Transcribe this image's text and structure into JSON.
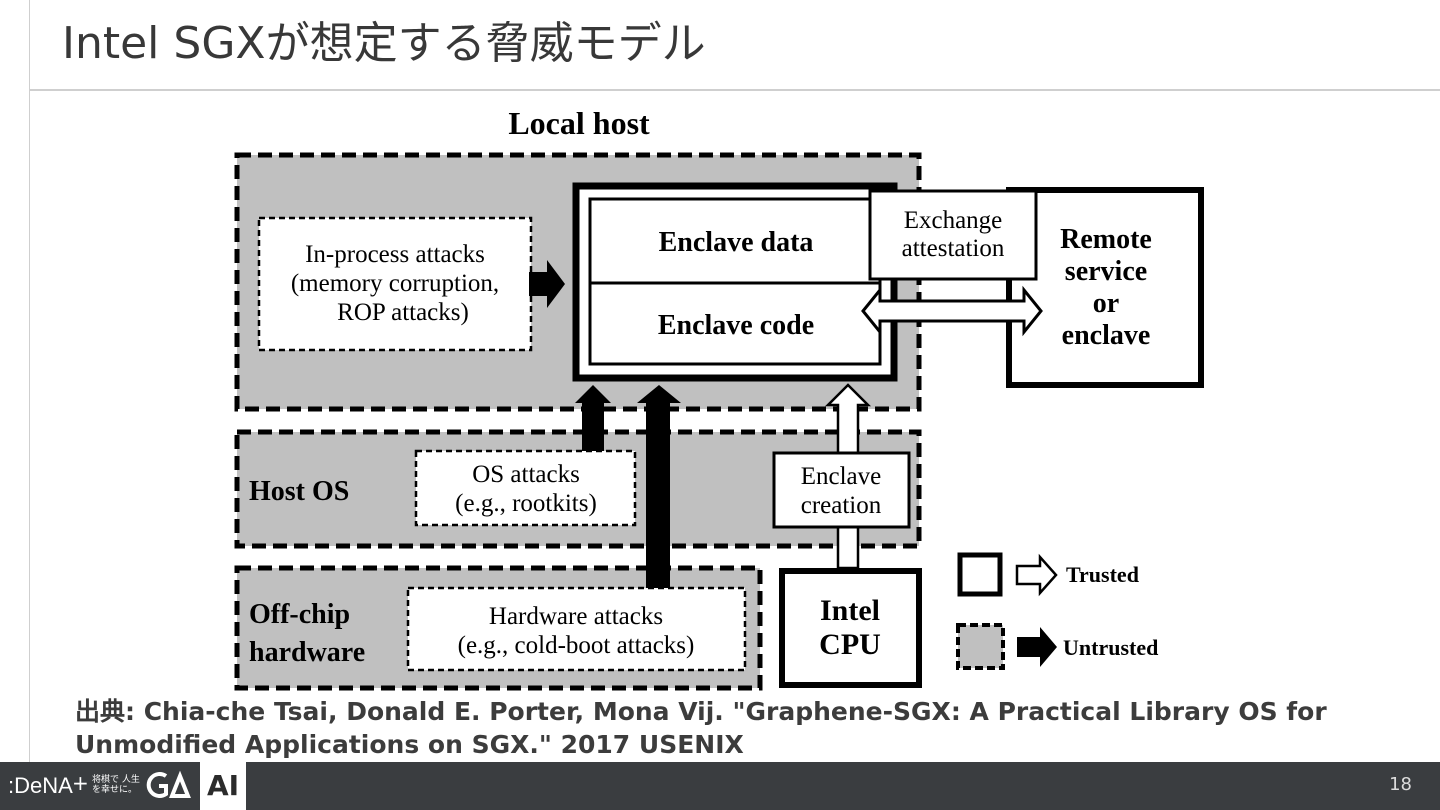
{
  "slide": {
    "title": "Intel SGXが想定する脅威モデル",
    "page_number": "18"
  },
  "diagram": {
    "local_host_label": "Local host",
    "in_process": {
      "line1": "In-process attacks",
      "line2": "(memory corruption,",
      "line3": "ROP attacks)"
    },
    "enclave_data": "Enclave data",
    "enclave_code": "Enclave code",
    "exchange": {
      "line1": "Exchange",
      "line2": "attestation"
    },
    "remote": {
      "line1": "Remote",
      "line2": "service",
      "line3": "or",
      "line4": "enclave"
    },
    "host_os_label": "Host OS",
    "os_attacks": {
      "line1": "OS attacks",
      "line2": "(e.g., rootkits)"
    },
    "enclave_creation": {
      "line1": "Enclave",
      "line2": "creation"
    },
    "offchip": {
      "line1": "Off-chip",
      "line2": "hardware"
    },
    "hw_attacks": {
      "line1": "Hardware attacks",
      "line2": "(e.g., cold-boot attacks)"
    },
    "cpu": {
      "line1": "Intel",
      "line2": "CPU"
    },
    "legend": {
      "trusted": "Trusted",
      "untrusted": "Untrusted"
    },
    "colors": {
      "untrusted_fill": "#c0c0c0",
      "trusted_fill": "#ffffff",
      "outline": "#000000"
    }
  },
  "caption": {
    "line1": "出典: Chia-che Tsai, Donald E. Porter, Mona Vij. \"Graphene-SGX: A Practical Library OS for",
    "line2": "Unmodified Applications on SGX.\" 2017 USENIX"
  },
  "footer": {
    "dena_logo": ":DeNA",
    "plus": "+",
    "tagline": "将棋で 人生を幸せに。",
    "go_logo": "GO",
    "ai_label": "AI"
  }
}
